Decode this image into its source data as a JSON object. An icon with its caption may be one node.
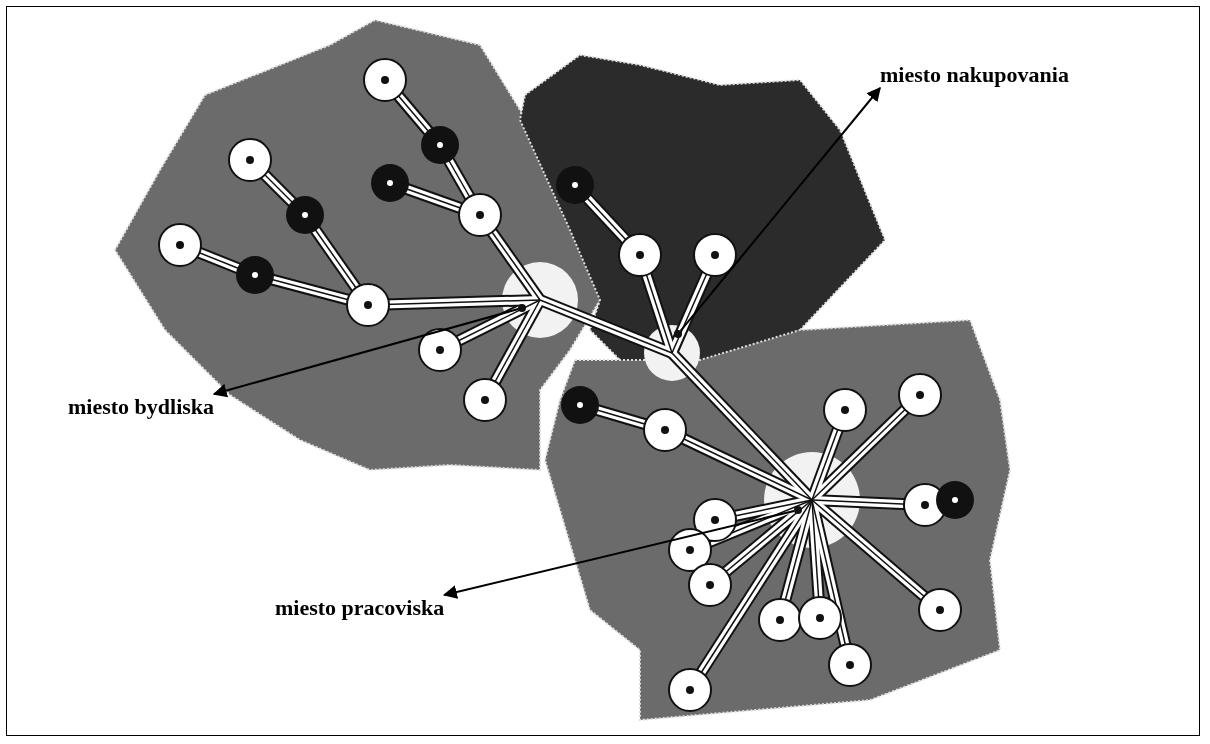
{
  "diagram": {
    "nodes": [
      {
        "text": [
          "miesto nakupovania"
        ]
      },
      {
        "text": [
          "miesto bydliska"
        ]
      },
      {
        "text": [
          "miesto pracoviska"
        ]
      },
      {
        "text": [],
        "shape": "circle"
      },
      {
        "text": [],
        "shape": "circle"
      },
      {
        "text": [],
        "shape": "circle"
      }
    ],
    "edges": [
      {
        "from": 3,
        "to": 0,
        "arrow": "to"
      },
      {
        "from": 4,
        "to": 1,
        "arrow": "to"
      },
      {
        "from": 5,
        "to": 2,
        "arrow": "to"
      }
    ]
  }
}
